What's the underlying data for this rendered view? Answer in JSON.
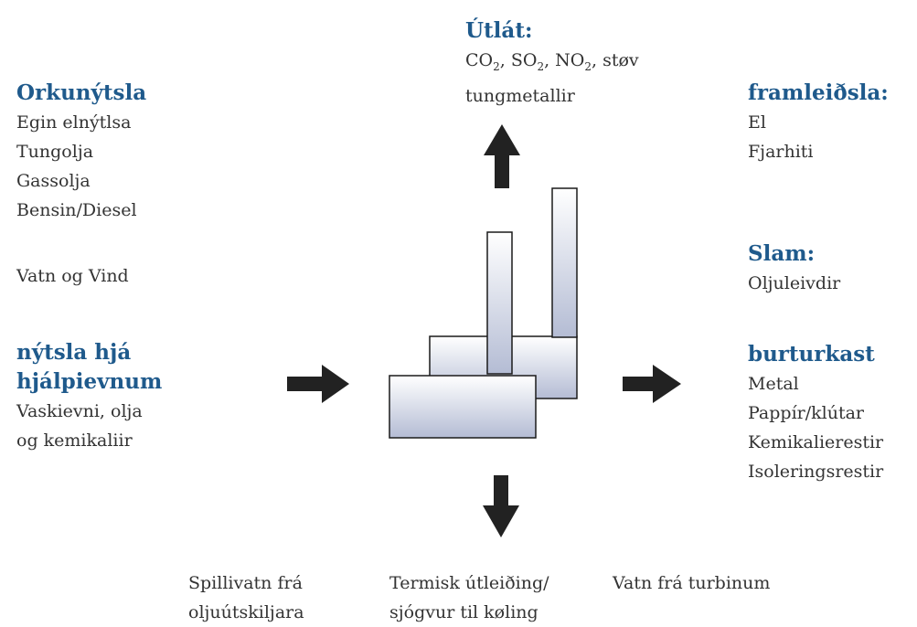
{
  "outputs": {
    "heading": "Útlát:",
    "emissions_parts": [
      "CO",
      "2",
      ", SO",
      "2",
      ", NO",
      "2",
      ", støv"
    ],
    "line2": "tungmetallir"
  },
  "energy": {
    "heading": "Orkunýtsla",
    "items": [
      "Egin elnýtlsa",
      "Tungolja",
      "Gassolja",
      "Bensin/Diesel"
    ],
    "extra": "Vatn og Vind"
  },
  "auxiliary": {
    "heading_lines": [
      "nýtsla hjá",
      "hjálpievnum"
    ],
    "items": [
      "Vaskievni, olja",
      "og kemikaliir"
    ]
  },
  "production": {
    "heading": "framleiðsla:",
    "items": [
      "El",
      "Fjarhiti"
    ]
  },
  "sludge": {
    "heading": "Slam:",
    "items": [
      "Oljuleivdir"
    ]
  },
  "waste": {
    "heading": "burturkast",
    "items": [
      "Metal",
      "Pappír/klútar",
      "Kemikalierestir",
      "Isoleringsrestir"
    ]
  },
  "bottom": {
    "col1": [
      "Spillivatn frá",
      "oljuútskiljara"
    ],
    "col2": [
      "Termisk útleiðing/",
      "sjógvur til køling"
    ],
    "col3": [
      "Vatn frá turbinum"
    ]
  },
  "colors": {
    "heading": "#1f5a8c",
    "text": "#333333",
    "arrow": "#222222",
    "building_stroke": "#1a1a1a",
    "gradient_light": "#ffffff",
    "gradient_dark": "#b4bcd4"
  }
}
